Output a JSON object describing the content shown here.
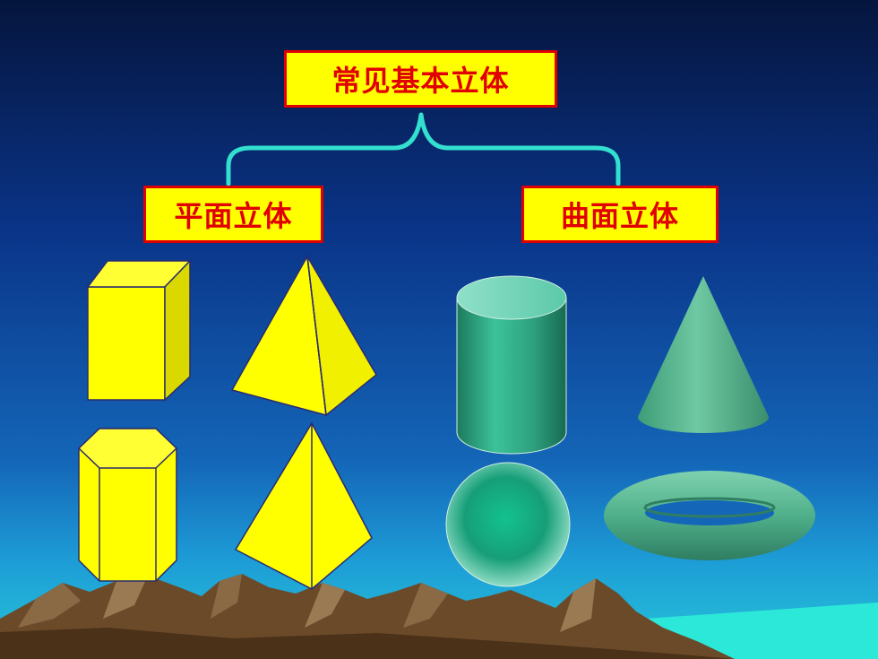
{
  "title": "常见基本立体",
  "categories": {
    "planar": "平面立体",
    "curved": "曲面立体"
  },
  "shapes": {
    "planar": [
      "rectangular-prism",
      "triangular-pyramid",
      "hexagonal-prism",
      "square-pyramid"
    ],
    "curved": [
      "cylinder",
      "cone",
      "sphere",
      "torus"
    ]
  },
  "colors": {
    "background_top": "#061A4A",
    "background_mid": "#0B3A8C",
    "background_low": "#1A8FD0",
    "label_fill": "#FFFF00",
    "label_border": "#E00000",
    "label_text": "#E00000",
    "brace": "#33E0D0",
    "planar_solid": "#FFFF00",
    "curved_solid": "#2FA77D",
    "mountain": "#6B4A2A",
    "sea": "#2CE8D8"
  }
}
